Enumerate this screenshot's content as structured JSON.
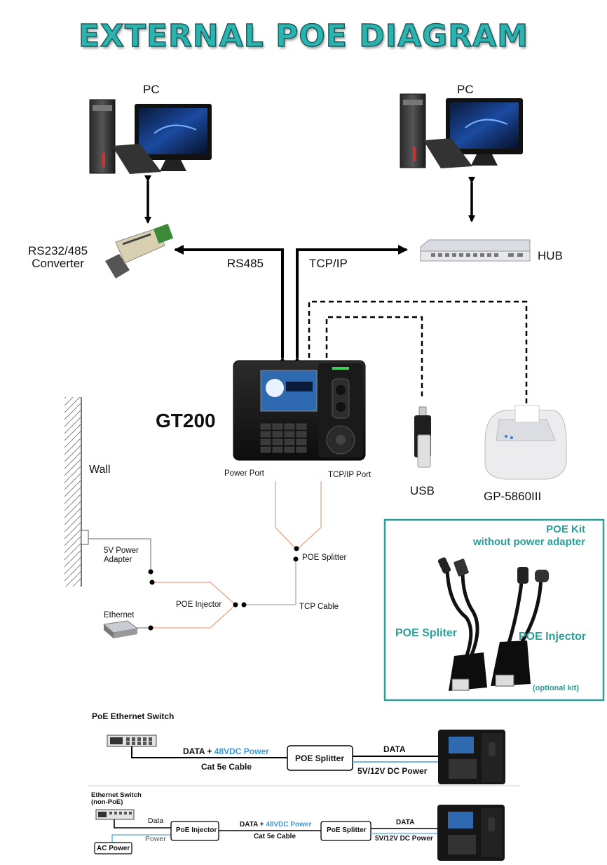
{
  "title": "EXTERNAL POE DIAGRAM",
  "top": {
    "pc_left": "PC",
    "pc_right": "PC",
    "converter": "RS232/485\nConverter",
    "hub": "HUB",
    "rs485": "RS485",
    "tcpip": "TCP/IP",
    "device": "GT200",
    "usb": "USB",
    "printer": "GP-5860III",
    "power_port": "Power Port",
    "tcpip_port": "TCP/IP Port",
    "wall": "Wall",
    "adapter": "5V Power\nAdapter",
    "poe_splitter": "POE Splitter",
    "poe_injector": "POE Injector",
    "tcp_cable": "TCP Cable",
    "ethernet": "Ethernet"
  },
  "kit": {
    "title_1": "POE Kit",
    "title_2": "without power adapter",
    "spliter": "POE Spliter",
    "injector": "POE Injector",
    "note": "(optional kit)"
  },
  "diagram1": {
    "heading": "PoE Ethernet Switch",
    "data_plus": "DATA + ",
    "power": "48VDC Power",
    "cable": "Cat 5e Cable",
    "splitter": "POE Splitter",
    "data": "DATA",
    "dc": "5V/12V DC Power"
  },
  "diagram2": {
    "heading": "Ethernet Switch\n(non-PoE)",
    "data_lbl": "Data",
    "power_lbl": "Power",
    "injector": "PoE Injector",
    "data_plus": "DATA + ",
    "power": "48VDC Power",
    "cable": "Cat 5e Cable",
    "splitter": "PoE Splitter",
    "data": "DATA",
    "dc": "5V/12V DC Power",
    "ac": "AC Power"
  },
  "colors": {
    "teal": "#2a9e98",
    "cable_orange": "#e8a484",
    "cable_grey": "#aaaaaa",
    "blue_line": "#6fb7e0"
  }
}
